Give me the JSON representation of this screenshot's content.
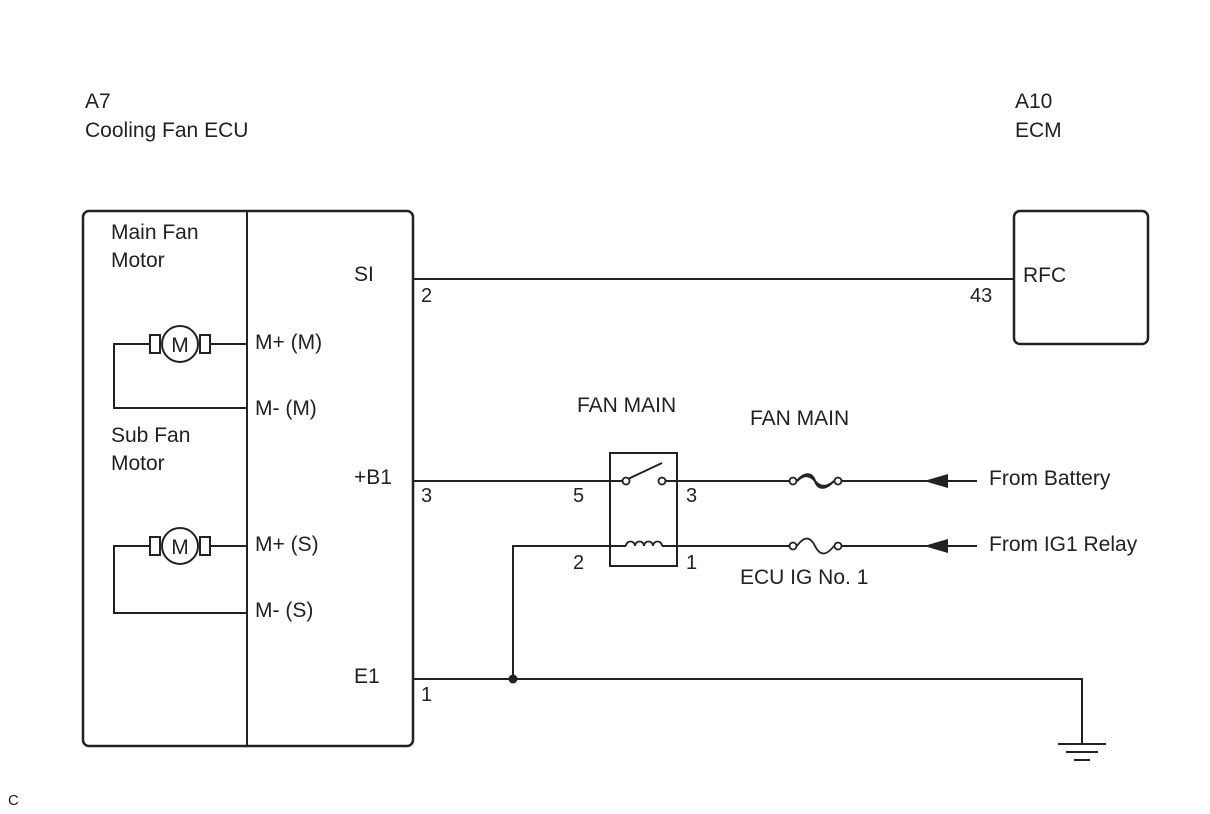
{
  "components": {
    "ecu_a7": {
      "code": "A7",
      "name": "Cooling Fan ECU"
    },
    "ecm_a10": {
      "code": "A10",
      "name": "ECM"
    },
    "main_fan_motor": {
      "line1": "Main Fan",
      "line2": "Motor"
    },
    "sub_fan_motor": {
      "line1": "Sub Fan",
      "line2": "Motor"
    },
    "motor_symbol": "M",
    "relay_label": "FAN MAIN",
    "fuse_fan_main_label": "FAN MAIN",
    "fuse_ecu_ig_label": "ECU IG No. 1"
  },
  "terminals": {
    "si": {
      "name": "SI",
      "pin": "2"
    },
    "rfc": {
      "name": "RFC",
      "pin": "43"
    },
    "main_mplus": "M+ (M)",
    "main_mminus": "M- (M)",
    "sub_mplus": "M+ (S)",
    "sub_mminus": "M- (S)",
    "b1": {
      "name": "+B1",
      "pin": "3"
    },
    "e1": {
      "name": "E1",
      "pin": "1"
    },
    "relay_pins": {
      "p5": "5",
      "p3": "3",
      "p2": "2",
      "p1": "1"
    }
  },
  "sources": {
    "battery": "From Battery",
    "ig1": "From IG1 Relay"
  },
  "corner_mark": "C"
}
